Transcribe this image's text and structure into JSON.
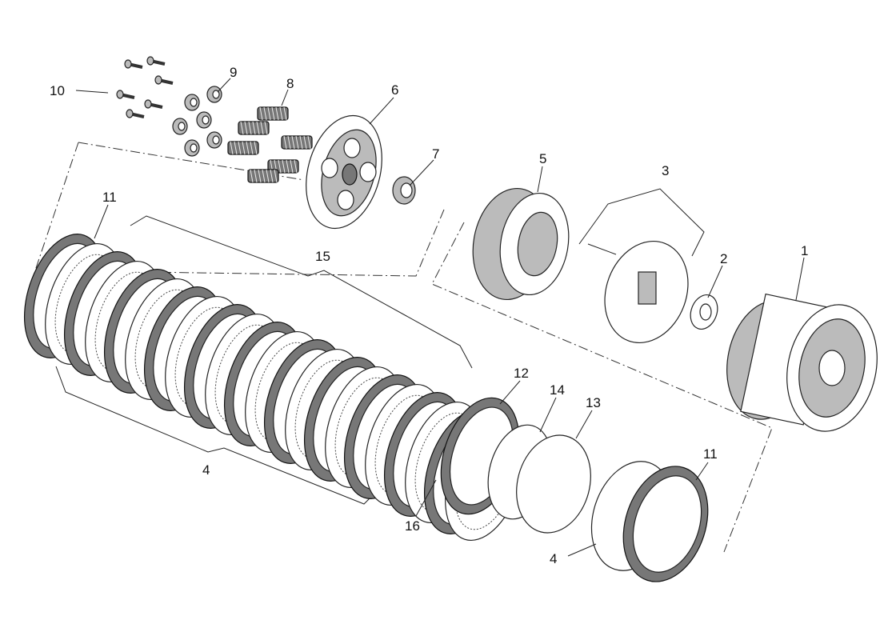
{
  "diagram": {
    "callouts": [
      {
        "id": "label-10",
        "text": "10"
      },
      {
        "id": "label-9",
        "text": "9"
      },
      {
        "id": "label-8",
        "text": "8"
      },
      {
        "id": "label-6",
        "text": "6"
      },
      {
        "id": "label-7",
        "text": "7"
      },
      {
        "id": "label-5",
        "text": "5"
      },
      {
        "id": "label-3",
        "text": "3"
      },
      {
        "id": "label-2",
        "text": "2"
      },
      {
        "id": "label-1",
        "text": "1"
      },
      {
        "id": "label-11-top",
        "text": "11"
      },
      {
        "id": "label-15",
        "text": "15"
      },
      {
        "id": "label-12",
        "text": "12"
      },
      {
        "id": "label-14",
        "text": "14"
      },
      {
        "id": "label-13",
        "text": "13"
      },
      {
        "id": "label-4-left",
        "text": "4"
      },
      {
        "id": "label-16",
        "text": "16"
      },
      {
        "id": "label-4-right",
        "text": "4"
      },
      {
        "id": "label-11-right",
        "text": "11"
      }
    ]
  }
}
